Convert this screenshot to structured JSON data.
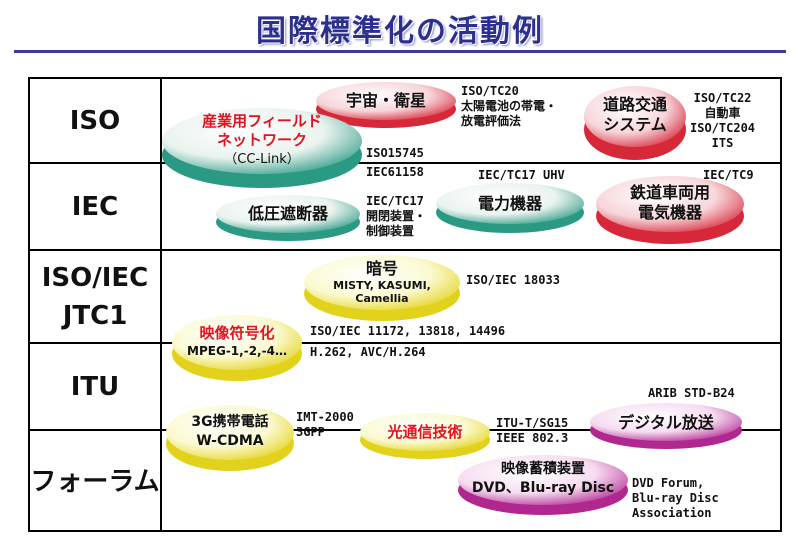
{
  "title": "国際標準化の活動例",
  "rows": [
    "ISO",
    "IEC",
    "ISO/IEC JTC1",
    "ITU",
    "フォーラム"
  ],
  "ellipses": {
    "space": "宇宙・衛星",
    "road_line1": "道路交通",
    "road_line2": "システム",
    "fieldnet_line1": "産業用フィールド",
    "fieldnet_line2": "ネットワーク",
    "fieldnet_line3": "（CC-Link）",
    "breaker": "低圧遮断器",
    "power": "電力機器",
    "rail_line1": "鉄道車両用",
    "rail_line2": "電気機器",
    "crypto_line1": "暗号",
    "crypto_line2": "MISTY, KASUMI,",
    "crypto_line3": "Camellia",
    "video_line1": "映像符号化",
    "video_line2": "MPEG-1,-2,-4…",
    "mobile_line1": "3G携帯電話",
    "mobile_line2": "W-CDMA",
    "optical": "光通信技術",
    "digital": "デジタル放送",
    "storage_line1": "映像蓄積装置",
    "storage_line2": "DVD、Blu-ray Disc"
  },
  "notes": {
    "tc20_line1": "ISO/TC20",
    "tc20_line2": "太陽電池の帯電・",
    "tc20_line3": "放電評価法",
    "tc22_line1": "ISO/TC22",
    "tc22_line2": "自動車",
    "tc22_line3": "ISO/TC204",
    "tc22_line4": "ITS",
    "iso15745": "ISO15745",
    "iec61158": "IEC61158",
    "tc17uhv": "IEC/TC17 UHV",
    "tc9": "IEC/TC9",
    "tc17_line1": "IEC/TC17",
    "tc17_line2": "開閉装置・",
    "tc17_line3": "制御装置",
    "iec18033": "ISO/IEC 18033",
    "iec11172": "ISO/IEC 11172, 13818, 14496",
    "h262": "H.262, AVC/H.264",
    "arib": "ARIB STD-B24",
    "imt_line1": "IMT-2000",
    "imt_line2": "3GPP",
    "itu_line1": "ITU-T/SG15",
    "itu_line2": "IEEE 802.3",
    "dvd_line1": "DVD Forum,",
    "dvd_line2": "Blu-ray Disc",
    "dvd_line3": "Association"
  },
  "colors": {
    "title": "#2d2f8f",
    "red_top": "#f7d6da",
    "red_edge": "#d7283a",
    "green_top": "#eaf3ef",
    "green_edge": "#2a9a84",
    "yellow_top": "#fbfad2",
    "yellow_edge": "#e3d21c",
    "magenta_top": "#f6dcf0",
    "magenta_edge": "#b12790"
  }
}
